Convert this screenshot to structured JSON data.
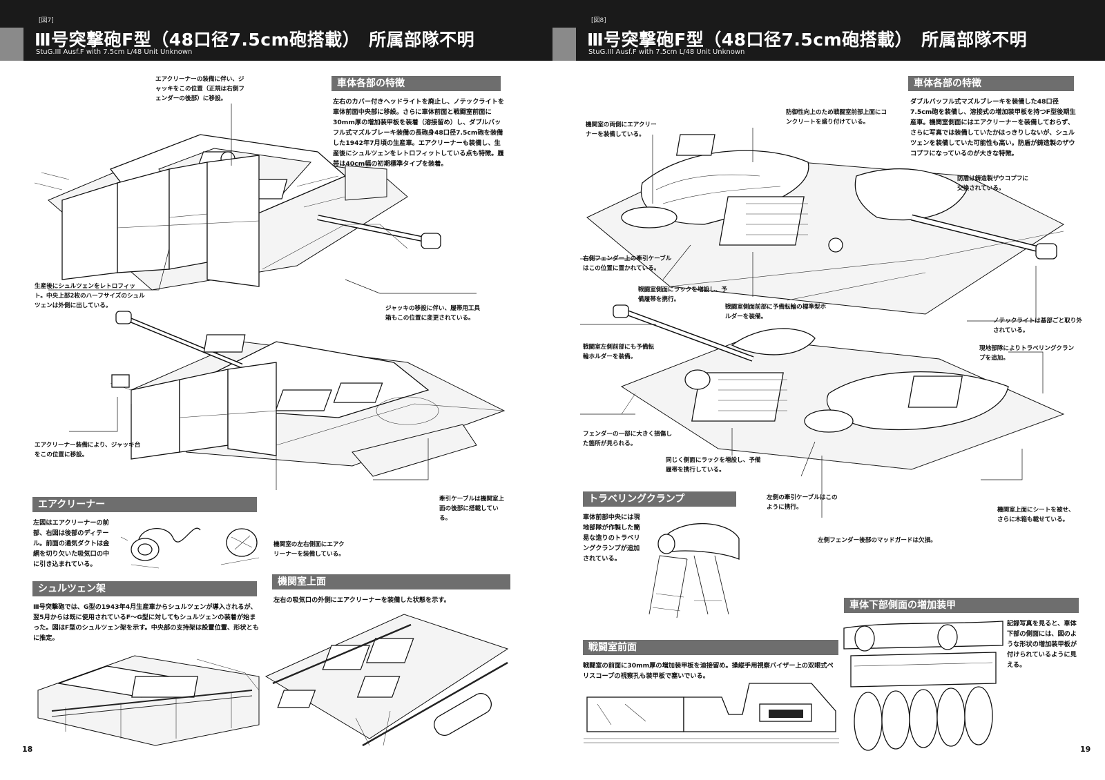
{
  "left_page": {
    "fig_label": "[図7]",
    "title": "Ⅲ号突撃砲F型（48口径7.5cm砲搭載）　所属部隊不明",
    "subtitle": "StuG.III Ausf.F with 7.5cm L/48  Unit Unknown",
    "page_number": "18",
    "sections": {
      "features": {
        "heading": "車体各部の特徴",
        "body": "左右のカバー付きヘッドライトを廃止し、ノテックライトを車体前面中央部に移設。さらに車体前面と戦闘室前面に30mm厚の増加装甲板を装着（溶接留め）し、ダブルバッフル式マズルブレーキ装備の長砲身48口径7.5cm砲を装備した1942年7月頃の生産車。エアクリーナーも装備し、生産後にシュルツェンをレトロフィットしている点も特徴。履帯は40cm幅の初期標準タイプを装着。"
      },
      "air_cleaner": {
        "heading": "エアクリーナー",
        "body": "左図はエアクリーナーの前部、右図は後部のディテール。前面の通気ダクトは金網を切り欠いた吸気口の中に引き込まれている。"
      },
      "schurzen": {
        "heading": "シュルツェン架",
        "body": "Ⅲ号突撃砲では、G型の1943年4月生産車からシュルツェンが導入されるが、翌5月からは既に使用されているF～G型に対してもシュルツェンの装着が始まった。図はF型のシュルツェン架を示す。中央部の支持架は設置位置、形状ともに推定。"
      },
      "engine_deck": {
        "heading": "機関室上面",
        "body": "左右の吸気口の外側にエアクリーナーを装備した状態を示す。"
      }
    },
    "callouts": {
      "jack_top": "エアクリーナーの装備に伴い、ジャッキをこの位置（正規は右側フェンダーの後部）に移設。",
      "schurzen_retrofit": "生産後にシュルツェンをレトロフィット。中央上部2枚のハーフサイズのシュルツェンは外側に出している。",
      "jack_move": "ジャッキの移設に伴い、履帯用工具箱もこの位置に変更されている。",
      "air_cleaner_jack": "エアクリーナー装備により、ジャッキ台をこの位置に移設。",
      "tow_cable": "牽引ケーブルは機関室上面の後部に搭載している。",
      "engine_sides": "機関室の左右側面にエアクリーナーを装備している。"
    }
  },
  "right_page": {
    "fig_label": "[図8]",
    "title": "Ⅲ号突撃砲F型（48口径7.5cm砲搭載）　所属部隊不明",
    "subtitle": "StuG.III Ausf.F with 7.5cm L/48  Unit Unknown",
    "page_number": "19",
    "sections": {
      "features": {
        "heading": "車体各部の特徴",
        "body": "ダブルバッフル式マズルブレーキを装備した48口径7.5cm砲を装備し、溶接式の増加装甲板を持つF型後期生産車。機関室側面にはエアクリーナーを装備しておらず、さらに写真では装備していたかはっきりしないが、シュルツェンを装備していた可能性も高い。防盾が鋳造製のザウコプフになっているのが大きな特徴。"
      },
      "travel_clamp": {
        "heading": "トラベリングクランプ",
        "body": "車体前部中央には現地部隊が作製した簡易な造りのトラベリングクランプが追加されている。"
      },
      "fighting_front": {
        "heading": "戦闘室前面",
        "body": "戦闘室の前面に30mm厚の増加装甲板を溶接留め。操縦手用視察バイザー上の双眼式ペリスコープの視察孔も装甲板で塞いでいる。"
      },
      "lower_armor": {
        "heading": "車体下部側面の増加装甲",
        "body": "記録写真を見ると、車体下部の側面には、図のような形状の増加装甲板が付けられているように見える。"
      }
    },
    "callouts": {
      "engine_side_air": "機関室の両側にエアクリーナーを装備している。",
      "concrete": "防御性向上のため戦闘室前部上面にコンクリートを盛り付けている。",
      "mantlet": "防盾は鋳造製ザウコプフに交換されている。",
      "tow_cable_right": "右側フェンダー上の牽引ケーブルはこの位置に置かれている。",
      "rack_right": "戦闘室側面にラックを増設し、予備履帯を携行。",
      "wheel_holder": "戦闘室側面前部に予備転輪の標準型ホルダーを装備。",
      "notek": "ノテックライトは基部ごと取り外されている。",
      "left_wheel_holder": "戦闘室左側前部にも予備転輪ホルダーを装備。",
      "travel_clamp_added": "現地部隊によりトラベリングクランプを追加。",
      "fender_damage": "フェンダーの一部に大きく損傷した箇所が見られる。",
      "rack_left": "同じく側面にラックを増設し、予備履帯を携行している。",
      "tow_cable_left": "左側の牽引ケーブルはこのように携行。",
      "engine_sheet": "機関室上面にシートを被せ、さらに木箱も載せている。",
      "mudguard": "左側フェンダー後部のマッドガードは欠損。"
    }
  }
}
